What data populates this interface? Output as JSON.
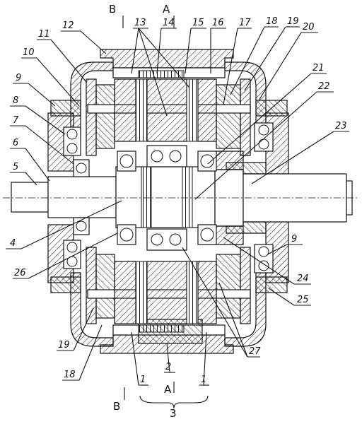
{
  "section_marks": {
    "B_top": "B",
    "A_top": "A",
    "A_bottom": "A",
    "B_bottom": "B",
    "group_3": "3"
  },
  "part_labels": {
    "p1a": "1",
    "p1b": "1",
    "p2": "2",
    "p4": "4",
    "p5": "5",
    "p6": "6",
    "p7": "7",
    "p8": "8",
    "p9a": "9",
    "p9b": "9",
    "p10": "10",
    "p11": "11",
    "p12": "12",
    "p13": "13",
    "p14": "14",
    "p15": "15",
    "p16": "16",
    "p17": "17",
    "p18a": "18",
    "p18b": "18",
    "p19a": "19",
    "p19b": "19",
    "p20": "20",
    "p21": "21",
    "p22": "22",
    "p23": "23",
    "p24": "24",
    "p25": "25",
    "p26": "26",
    "p27": "27"
  }
}
